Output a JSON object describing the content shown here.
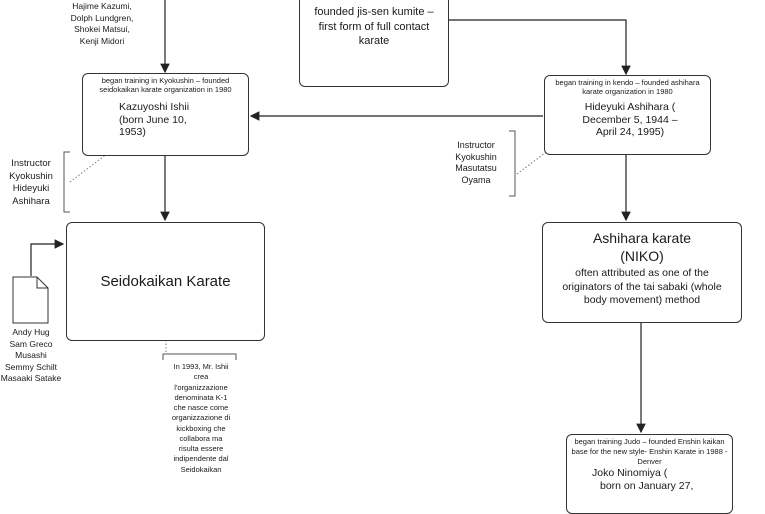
{
  "top_names": {
    "lines": [
      "Hajime Kazumi,",
      "Dolph Lundgren,",
      "Shokei Matsui,",
      "Kenji Midori"
    ]
  },
  "top_center": {
    "lines": [
      "founded jis-sen kumite –",
      "first form of full contact",
      "karate"
    ]
  },
  "ishii": {
    "caption": [
      "began training in Kyokushin – founded",
      "seidokaikan  karate organization in 1980"
    ],
    "name": "Kazuyoshi Ishii",
    "dates": [
      "(born June 10,",
      "1953)"
    ]
  },
  "ashihara_person": {
    "caption": [
      "began training in kendo – founded ashihara",
      "karate organization in 1980"
    ],
    "name_line": "Hideyuki Ashihara (",
    "dates": [
      "December 5, 1944 –",
      "April 24, 1995)"
    ]
  },
  "instructor_left": {
    "lines": [
      "Instructor",
      "Kyokushin",
      "Hideyuki",
      "Ashihara"
    ]
  },
  "instructor_right": {
    "lines": [
      "Instructor",
      "Kyokushin",
      "Masutatsu",
      "Oyama"
    ]
  },
  "seidokaikan": {
    "title": "Seidokaikan Karate"
  },
  "ashihara_karate": {
    "title_lines": [
      "Ashihara karate",
      "(NIKO)"
    ],
    "desc_lines": [
      "often attributed as one of the",
      "originators of the tai sabaki (whole",
      "body movement) method"
    ]
  },
  "fighters": {
    "lines": [
      "Andy Hug",
      "Sam Greco",
      "Musashi",
      "Semmy Schilt",
      "Masaaki Satake"
    ]
  },
  "k1_note": {
    "lines": [
      "In 1993, Mr. Ishii",
      "crea",
      "l'organizzazione",
      "denominata  K-1",
      "che nasce come",
      "organizzazione di",
      "kickboxing  che",
      "collabora ma",
      "risulta essere",
      "indipendente dal",
      "Seidokaikan"
    ]
  },
  "ninomiya": {
    "caption": [
      "began training Judo – founded Enshin kaikan",
      "base for the new style- Enshin Karate in 1988 -",
      "Denver"
    ],
    "name_line": "Joko Ninomiya (",
    "dates_line": "born on January 27,"
  }
}
